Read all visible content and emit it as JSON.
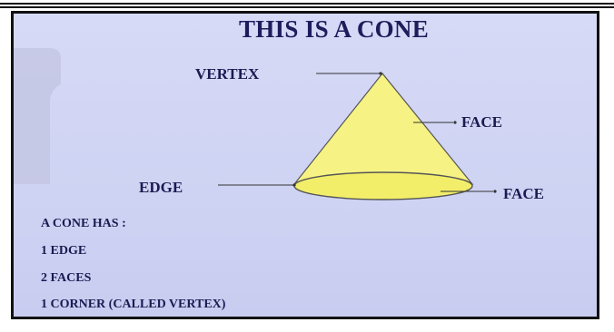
{
  "slide": {
    "title": "THIS IS A CONE"
  },
  "diagram": {
    "labels": {
      "vertex": "VERTEX",
      "face_side": "FACE",
      "edge": "EDGE",
      "face_base": "FACE"
    },
    "colors": {
      "cone_fill": "#f6f284",
      "cone_stroke": "#444444",
      "base_fill": "#f3ee6a",
      "background": "#d2d6f4",
      "text": "#1b1b52"
    }
  },
  "facts": {
    "heading": "A CONE HAS :",
    "items": [
      "1 EDGE",
      "2 FACES",
      "1 CORNER (CALLED VERTEX)"
    ]
  }
}
